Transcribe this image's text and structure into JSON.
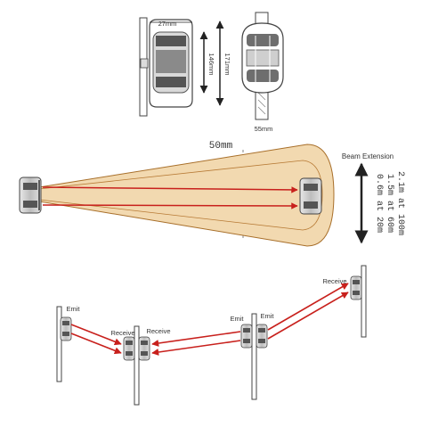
{
  "dimensions": {
    "width": "27mm",
    "height_inner": "146mm",
    "height_outer": "171mm",
    "depth": "55mm"
  },
  "beam": {
    "distance_label": "50mm",
    "extension_label": "Beam Extension",
    "ranges": [
      "2.1m at 100m",
      "1.5m at 60m",
      "0.6m at 20m"
    ]
  },
  "installation": {
    "labels": {
      "emit_1": "Emit",
      "receive_1": "Receive",
      "receive_2": "Receive",
      "emit_2": "Emit",
      "emit_3": "Emit",
      "receive_3": "Receive"
    }
  },
  "colors": {
    "beam_fill": "#f2d9b0",
    "beam_arrow": "#c8201c",
    "line": "#333333"
  }
}
